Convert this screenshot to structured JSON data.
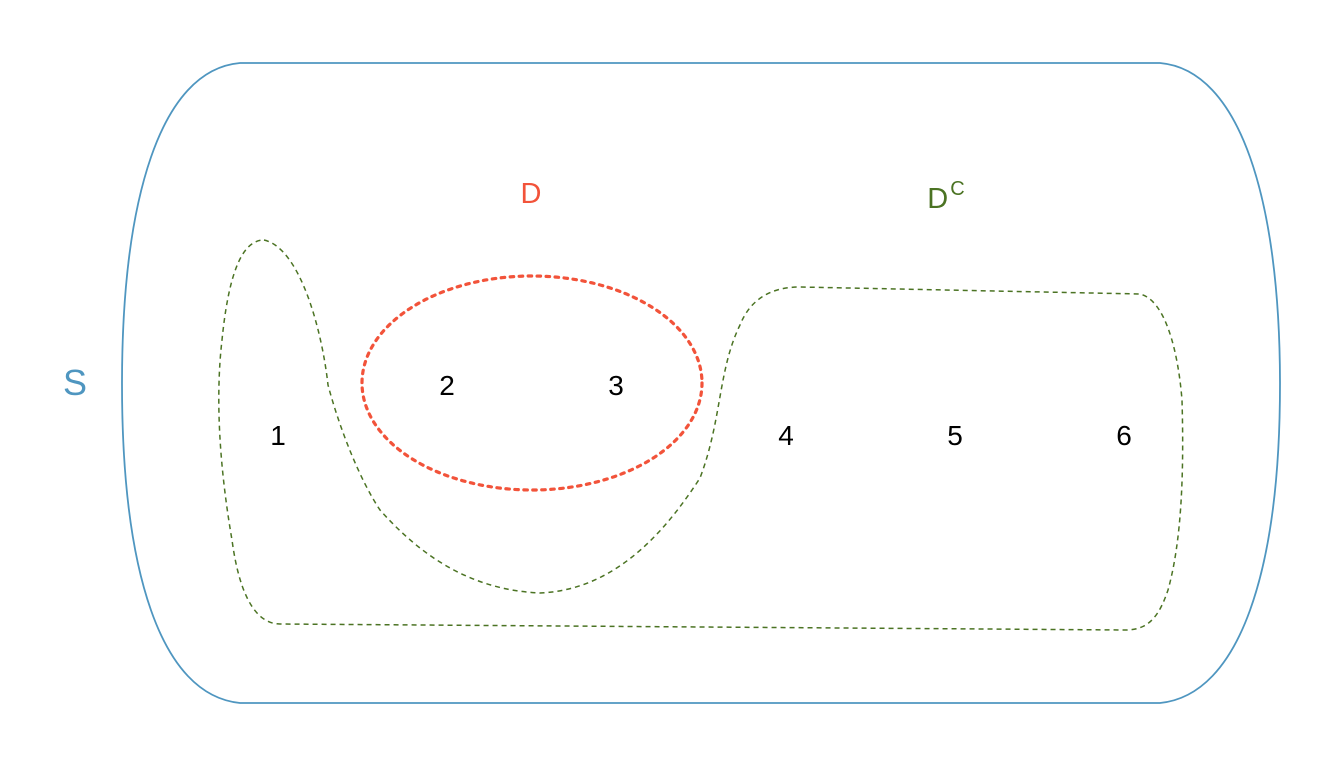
{
  "colors": {
    "sample_space": "#4f96c0",
    "event": "#f2533a",
    "complement": "#4b7323",
    "outcome_text": "#000000",
    "background": "#ffffff"
  },
  "labels": {
    "sample_space": "S",
    "event": "D",
    "complement_base": "D",
    "complement_superscript": "C"
  },
  "outcomes": [
    "1",
    "2",
    "3",
    "4",
    "5",
    "6"
  ],
  "sets": {
    "event_members": [
      "2",
      "3"
    ],
    "complement_members": [
      "1",
      "4",
      "5",
      "6"
    ]
  }
}
